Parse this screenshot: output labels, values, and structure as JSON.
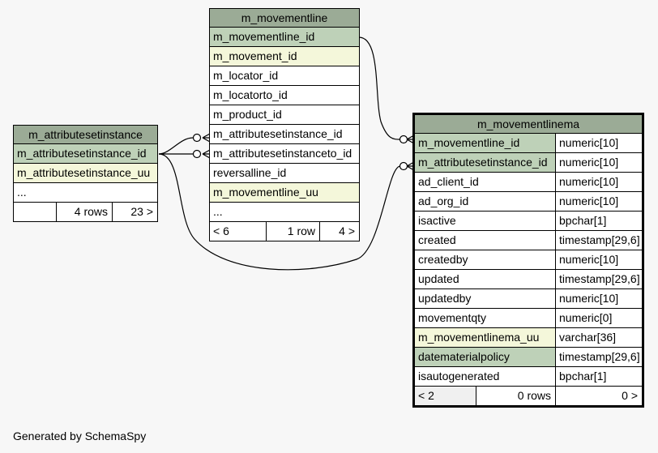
{
  "tables": {
    "attributesetinstance": {
      "title": "m_attributesetinstance",
      "rows": [
        {
          "name": "m_attributesetinstance_id",
          "kind": "pk"
        },
        {
          "name": "m_attributesetinstance_uu",
          "kind": "fk"
        },
        {
          "name": "...",
          "kind": "plain"
        }
      ],
      "footer": {
        "left": "",
        "middle": "4 rows",
        "right": "23 >"
      }
    },
    "movementline": {
      "title": "m_movementline",
      "rows": [
        {
          "name": "m_movementline_id",
          "kind": "pk"
        },
        {
          "name": "m_movement_id",
          "kind": "fk"
        },
        {
          "name": "m_locator_id",
          "kind": "plain"
        },
        {
          "name": "m_locatorto_id",
          "kind": "plain"
        },
        {
          "name": "m_product_id",
          "kind": "plain"
        },
        {
          "name": "m_attributesetinstance_id",
          "kind": "plain"
        },
        {
          "name": "m_attributesetinstanceto_id",
          "kind": "plain"
        },
        {
          "name": "reversalline_id",
          "kind": "plain"
        },
        {
          "name": "m_movementline_uu",
          "kind": "fk"
        },
        {
          "name": "...",
          "kind": "plain"
        }
      ],
      "footer": {
        "left": "< 6",
        "middle": "1 row",
        "right": "4 >"
      }
    },
    "movementlinema": {
      "title": "m_movementlinema",
      "rows": [
        {
          "name": "m_movementline_id",
          "type": "numeric[10]",
          "kind": "pk"
        },
        {
          "name": "m_attributesetinstance_id",
          "type": "numeric[10]",
          "kind": "pk"
        },
        {
          "name": "ad_client_id",
          "type": "numeric[10]",
          "kind": "plain"
        },
        {
          "name": "ad_org_id",
          "type": "numeric[10]",
          "kind": "plain"
        },
        {
          "name": "isactive",
          "type": "bpchar[1]",
          "kind": "plain"
        },
        {
          "name": "created",
          "type": "timestamp[29,6]",
          "kind": "plain"
        },
        {
          "name": "createdby",
          "type": "numeric[10]",
          "kind": "plain"
        },
        {
          "name": "updated",
          "type": "timestamp[29,6]",
          "kind": "plain"
        },
        {
          "name": "updatedby",
          "type": "numeric[10]",
          "kind": "plain"
        },
        {
          "name": "movementqty",
          "type": "numeric[0]",
          "kind": "plain"
        },
        {
          "name": "m_movementlinema_uu",
          "type": "varchar[36]",
          "kind": "fk"
        },
        {
          "name": "datematerialpolicy",
          "type": "timestamp[29,6]",
          "kind": "pk"
        },
        {
          "name": "isautogenerated",
          "type": "bpchar[1]",
          "kind": "plain"
        }
      ],
      "footer": {
        "left": "< 2",
        "middle": "0 rows",
        "right": "0 >"
      }
    }
  },
  "footer_note": "Generated by SchemaSpy",
  "colors": {
    "header": "#9bab96",
    "pk": "#bed1b8",
    "fk": "#f4f7da",
    "background": "#f7f7f7"
  }
}
